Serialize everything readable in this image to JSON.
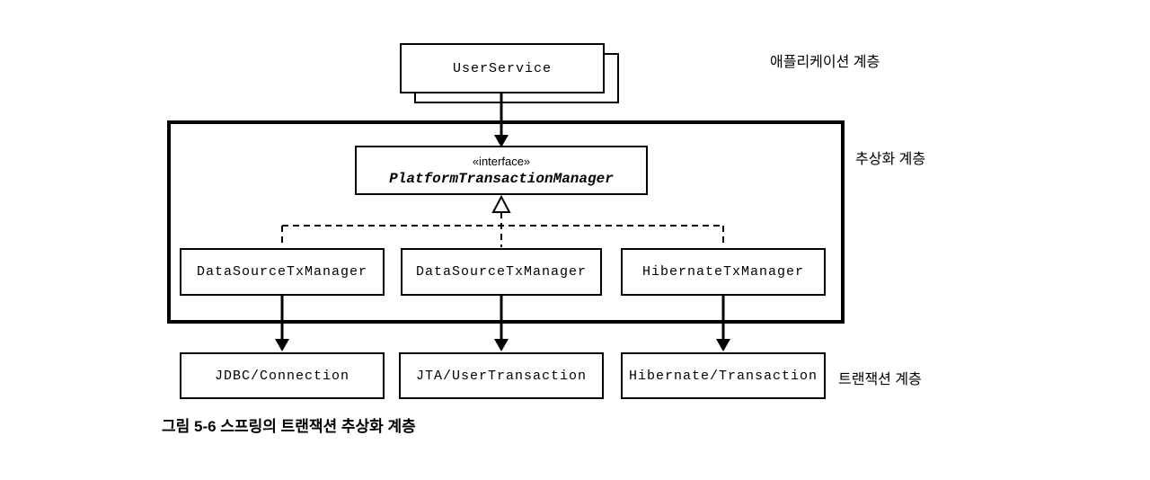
{
  "figure": {
    "caption": "그림 5-6 스프링의 트랜잭션 추상화 계층",
    "layers": {
      "application": "애플리케이션 계층",
      "abstraction": "추상화 계층",
      "transaction": "트랜잭션 계층"
    },
    "nodes": {
      "user_service": "UserService",
      "interface_stereotype": "«interface»",
      "interface_name": "PlatformTransactionManager",
      "managers": [
        "DataSourceTxManager",
        "DataSourceTxManager",
        "HibernateTxManager"
      ],
      "apis": [
        "JDBC/Connection",
        "JTA/UserTransaction",
        "Hibernate/Transaction"
      ]
    },
    "colors": {
      "line": "#000000",
      "background": "#ffffff"
    }
  }
}
